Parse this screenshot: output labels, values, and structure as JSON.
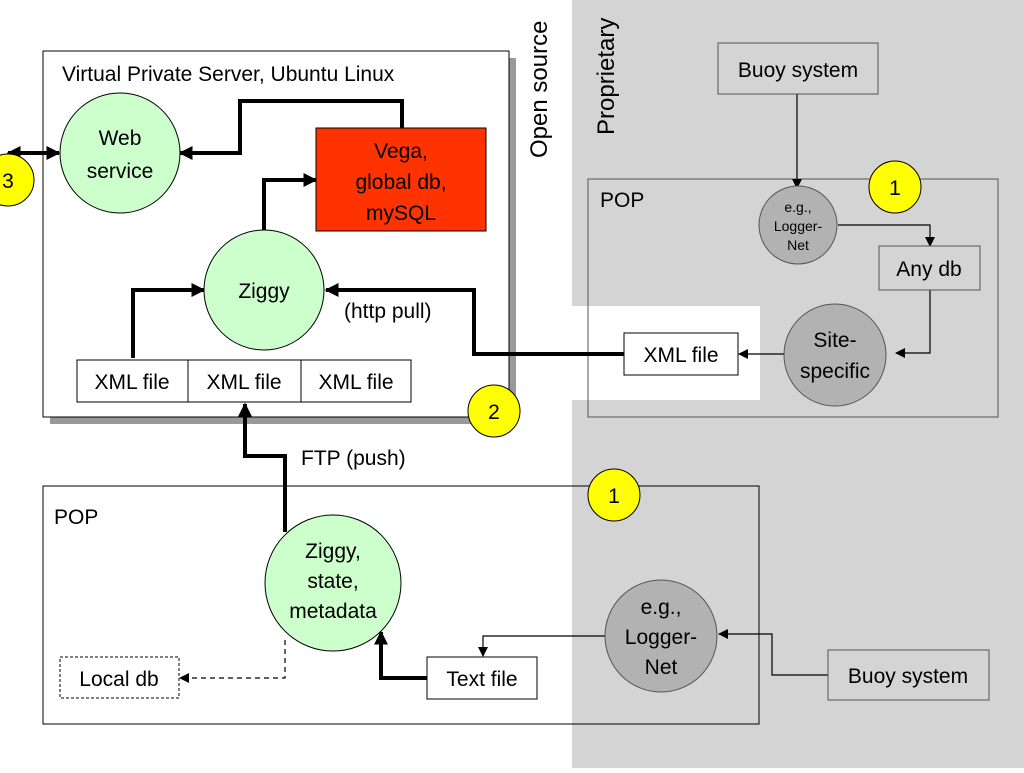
{
  "regions": {
    "open_source": "Open source",
    "proprietary": "Proprietary"
  },
  "vps": {
    "title": "Virtual Private Server, Ubuntu Linux",
    "web_service": [
      "Web",
      "service"
    ],
    "vega": [
      "Vega,",
      "global db,",
      "mySQL"
    ],
    "ziggy": "Ziggy",
    "http_pull": "(http pull)",
    "xml_files": [
      "XML file",
      "XML file",
      "XML file"
    ]
  },
  "pop_right": {
    "label": "POP",
    "buoy_system": "Buoy system",
    "loggernet": [
      "e.g.,",
      "Logger-",
      "Net"
    ],
    "any_db": "Any db",
    "site_specific": [
      "Site-",
      "specific"
    ],
    "xml_file": "XML file"
  },
  "pop_bottom": {
    "label": "POP",
    "ftp_push": "FTP (push)",
    "ziggy_state": [
      "Ziggy,",
      "state,",
      "metadata"
    ],
    "local_db": "Local db",
    "text_file": "Text file",
    "loggernet": [
      "e.g.,",
      "Logger-",
      "Net"
    ],
    "buoy_system": "Buoy system"
  },
  "badges": {
    "badge_3": "3",
    "badge_2": "2",
    "badge_1_right": "1",
    "badge_1_bottom": "1"
  },
  "colors": {
    "proprietary_bg": "#d4d4d4",
    "green_node": "#ccffcc",
    "gray_node": "#b2b2b2",
    "vega_red": "#ff3300",
    "badge_yellow": "#ffff00",
    "shadow": "#999999"
  }
}
